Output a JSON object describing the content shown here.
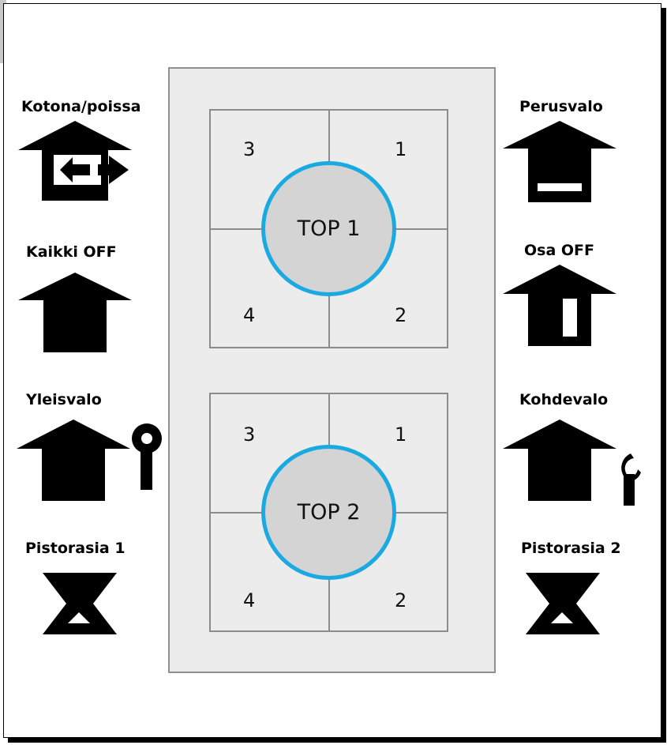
{
  "keypads": [
    {
      "center": "TOP 1",
      "q_top_left": "3",
      "q_top_right": "1",
      "q_bottom_left": "4",
      "q_bottom_right": "2"
    },
    {
      "center": "TOP 2",
      "q_top_left": "3",
      "q_top_right": "1",
      "q_bottom_left": "4",
      "q_bottom_right": "2"
    }
  ],
  "left_labels": {
    "kotona_poissa": "Kotona/poissa",
    "kaikki_off": "Kaikki OFF",
    "yleisvalo": "Yleisvalo",
    "pistorasia1": "Pistorasia 1"
  },
  "right_labels": {
    "perusvalo": "Perusvalo",
    "osa_off": "Osa OFF",
    "kohdevalo": "Kohdevalo",
    "pistorasia2": "Pistorasia 2"
  },
  "colors": {
    "ring": "#1ba9e1",
    "panel": "#ececec",
    "center_fill": "#d4d4d4"
  },
  "icons": [
    "house-arrows-icon",
    "house-icon",
    "house-lamp-icon",
    "socket-icon",
    "house-bar-icon",
    "house-door-icon",
    "house-spot-icon"
  ]
}
